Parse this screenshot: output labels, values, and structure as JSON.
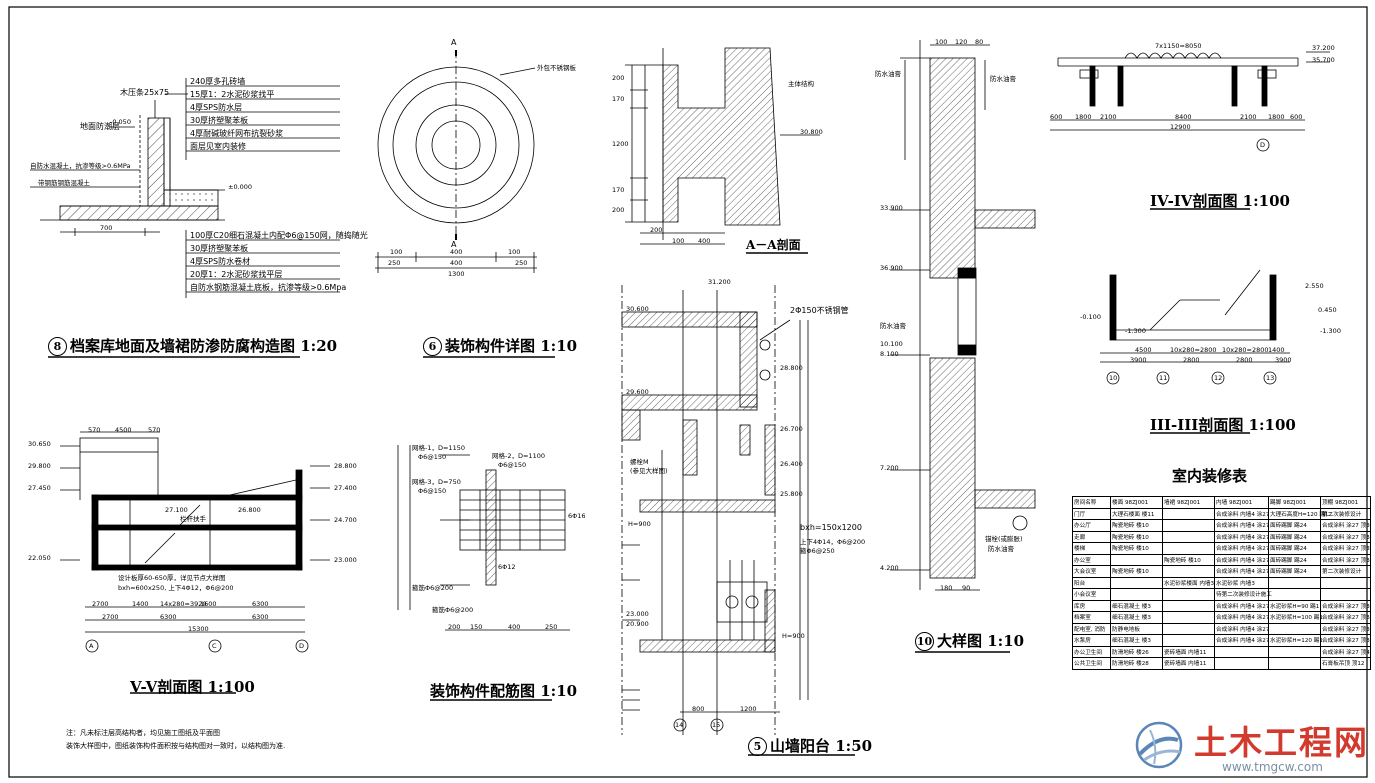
{
  "titles": {
    "t8": {
      "num": "8",
      "text": "档案库地面及墙裙防渗防腐构造图 1:20"
    },
    "t6": {
      "num": "6",
      "text": "装饰构件详图 1:10"
    },
    "taa": {
      "text": "A－A剖面"
    },
    "t10": {
      "num": "10",
      "text": "大样图  1:10"
    },
    "t4": {
      "text": "IV-IV剖面图 1:100"
    },
    "t3": {
      "text": "III-III剖面图 1:100"
    },
    "t5v": {
      "text": "V-V剖面图 1:100"
    },
    "tpj": {
      "text": "装饰构件配筋图 1:10"
    },
    "t5": {
      "num": "5",
      "text": "山墙阳台 1:50"
    }
  },
  "detail8": {
    "top_layers": [
      "240厚多孔砖墙",
      "15厚1：2水泥砂浆找平",
      "4厚SPS防水层",
      "30厚挤塑聚苯板",
      "4厚耐碱玻纤网布抗裂砂浆",
      "面层见室内装修"
    ],
    "bottom_layers": [
      "100厚C20细石混凝土内配Φ6@150网，随捣随光",
      "30厚挤塑聚苯板",
      "4厚SPS防水卷材",
      "20厚1：2水泥砂浆找平层",
      "自防水钢筋混凝土底板，抗渗等级>0.6Mpa"
    ],
    "left_notes": [
      "自防水混凝土，抗渗等级>0.6MPa",
      "带钢筋钢筋混凝土"
    ],
    "top_note": "木压条25x75",
    "side_note": "地面防潮层",
    "elev1": "-0.050",
    "elev2": "±0.000",
    "dim": "700"
  },
  "detail6": {
    "section_mark": "A",
    "note": "外包不锈钢板",
    "dims": [
      "100",
      "400",
      "100"
    ],
    "dims2": [
      "250",
      "400",
      "250"
    ],
    "total": "1300"
  },
  "detail_aa": {
    "note": "主体结构",
    "dims": [
      "200",
      "100",
      "400"
    ],
    "vdims": [
      "200",
      "170",
      "1200",
      "170",
      "200"
    ],
    "elev": "30.800"
  },
  "detail10": {
    "elevs": [
      "33.900",
      "36.900",
      "10.100",
      "8.100",
      "7.200",
      "4.200"
    ],
    "notes": [
      "防水油膏",
      "防水油膏",
      "锚栓(或膨胀)",
      "防水油膏",
      "防水油膏"
    ],
    "dims_top": [
      "100",
      "120",
      "80"
    ],
    "dims_bot": [
      "180",
      "90"
    ]
  },
  "detail4": {
    "dims": [
      "600",
      "1800",
      "2100",
      "8400",
      "2100",
      "1800",
      "600"
    ],
    "total": "12900",
    "top_dim": "7x1150=8050",
    "elevs": [
      "37.200",
      "35.700"
    ],
    "axis": "D"
  },
  "detail3": {
    "dims": [
      "4500",
      "10x280=2800",
      "10x280=2800",
      "1400"
    ],
    "dims2": [
      "3900",
      "2800",
      "2800",
      "3900"
    ],
    "elevs": [
      "-0.100",
      "-1.300",
      "-1.300",
      "0.450",
      "2.550"
    ],
    "axes": [
      "10",
      "11",
      "12",
      "13"
    ]
  },
  "detail5v": {
    "dims_top": [
      "570",
      "4500",
      "570"
    ],
    "elevs_l": [
      "30.650",
      "29.800",
      "27.450",
      "22.050"
    ],
    "elevs_r": [
      "28.800",
      "27.400",
      "24.700",
      "23.000"
    ],
    "mid_elev": [
      "27.100",
      "26.800"
    ],
    "note": "栏杆扶手",
    "note2": "设计板厚60-650厚，详见节点大样图",
    "beam": "bxh=600x250, 上下4Φ12，Φ6@200",
    "dims_bot": [
      "2700",
      "1400",
      "14x280=3920",
      "1600",
      "6300"
    ],
    "dims_bot2": [
      "2700",
      "6300",
      "6300"
    ],
    "total": "15300",
    "axes": [
      "A",
      "C",
      "D"
    ]
  },
  "detail_pj": {
    "r1": [
      "网格-1，D=1150",
      "Φ6@150"
    ],
    "r2": [
      "网格-2，D=1100",
      "Φ6@150"
    ],
    "r3": [
      "网格-3，D=750",
      "Φ6@150"
    ],
    "bar": "6Φ16",
    "bar2": "6Φ12",
    "stir": "箍筋Φ6@200",
    "stir2": "箍筋Φ6@200",
    "dims": [
      "200",
      "150",
      "400",
      "250"
    ]
  },
  "detail5": {
    "elevs": [
      "31.200",
      "30.600",
      "29.600",
      "28.800",
      "26.700",
      "26.400",
      "25.800",
      "23.000",
      "20.900"
    ],
    "notes": [
      "2Φ150不锈钢管",
      "bxh=150x1200",
      "上下4Φ14，Φ6@200",
      "箍Φ6@250"
    ],
    "l_notes": [
      "螺栓M",
      "(参见大样图)"
    ],
    "h1": "H=900",
    "h2": "H=900",
    "dims": [
      "800",
      "1200"
    ],
    "axes": [
      "14",
      "15"
    ]
  },
  "note_bottom": [
    "注：凡未标注层高结构者，均见施工图纸及平面图",
    "    装饰大样图中，图纸装饰构件面积按与结构图对一致时，以结构图为准."
  ],
  "table": {
    "title": "室内装修表",
    "header": [
      "房间名称",
      "楼面 98ZJ001",
      "墙裙 98ZJ001",
      "内墙 98ZJ001",
      "踢脚 98ZJ001",
      "顶棚 98ZJ001"
    ],
    "rows": [
      [
        "门厅",
        "大理石楼面 楼11",
        "",
        "合成涂料 内墙4 涂27",
        "大理石高度H=120 踢12",
        "第二次装修设计"
      ],
      [
        "办公厅",
        "陶瓷地砖 楼10",
        "",
        "合成涂料 内墙4 涂27",
        "面砖踢脚 踢24",
        "合成涂料 涂27 顶3"
      ],
      [
        "走廊",
        "陶瓷地砖 楼10",
        "",
        "合成涂料 内墙4 涂27",
        "面砖踢脚 踢24",
        "合成涂料 涂27 顶3"
      ],
      [
        "楼梯",
        "陶瓷地砖 楼10",
        "",
        "合成涂料 内墙4 涂27",
        "面砖踢脚 踢24",
        "合成涂料 涂27 顶3"
      ],
      [
        "办公室",
        "",
        "陶瓷地砖 楼10",
        "合成涂料 内墙4 涂27",
        "面砖踢脚 踢24",
        "合成涂料 涂27 顶3"
      ],
      [
        "大会议室",
        "陶瓷地砖 楼10",
        "",
        "合成涂料 内墙4 涂27",
        "面砖踢脚 踢24",
        "第二次装修设计"
      ],
      [
        "阳台",
        "",
        "水泥砂浆楼面 内墙3",
        "水泥砂浆 内墙3",
        "",
        ""
      ],
      [
        "小会议室",
        "",
        "",
        "待第二次装修设计施工",
        "",
        ""
      ],
      [
        "库房",
        "细石混凝土 楼3",
        "",
        "合成涂料 内墙4 涂27",
        "水泥砂浆H=90 踢1",
        "合成涂料 涂27 顶3"
      ],
      [
        "档案室",
        "细石混凝土 楼3",
        "",
        "合成涂料 内墙4 涂27",
        "水泥砂浆H=100 踢1",
        "合成涂料 涂27 顶3"
      ],
      [
        "配电室, 消防",
        "防静电地板",
        "",
        "合成涂料 内墙4 涂27",
        "",
        "合成涂料 涂27 顶3"
      ],
      [
        "水泵房",
        "细石混凝土 楼3",
        "",
        "合成涂料 内墙4 涂27",
        "水泥砂浆H=120 踢1",
        "合成涂料 涂27 顶3"
      ],
      [
        "办公卫生间",
        "防滑地砖 楼26",
        "瓷砖墙面 内墙11",
        "",
        "",
        "合成涂料 涂27 顶4"
      ],
      [
        "公共卫生间",
        "防滑地砖 楼28",
        "瓷砖墙面 内墙11",
        "",
        "",
        "石膏板吊顶 顶12"
      ]
    ]
  },
  "watermark": {
    "text": "土木工程网",
    "url": "www.tmgcw.com"
  },
  "colors": {
    "line": "#000000",
    "watermark_red": "#d23a2e",
    "watermark_blue": "#5b87b8"
  }
}
